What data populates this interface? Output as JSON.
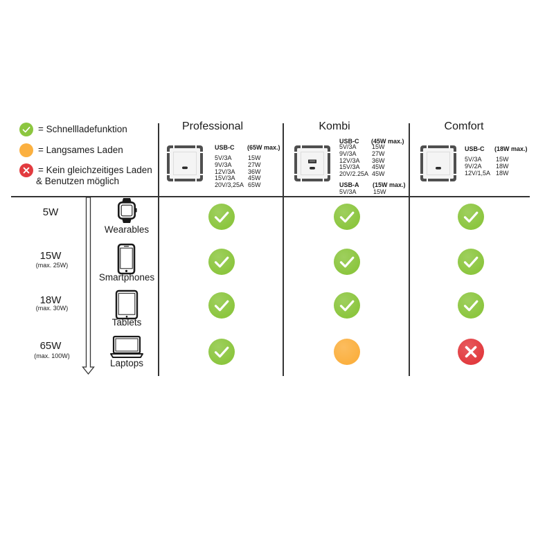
{
  "colors": {
    "background": "#ffffff",
    "text": "#1a1a1a",
    "lines": "#333333",
    "fast": "#8cc63f",
    "slow": "#fbb040",
    "cross": "#e23b3f",
    "socket_frame": "#4f4f4f",
    "socket_plate": "#f4f4f4",
    "port": "#2b2b2b"
  },
  "legend": [
    {
      "icon": "check-circle-icon",
      "label": "= Schnellladefunktion"
    },
    {
      "icon": "orange-circle-icon",
      "label": "= Langsames Laden"
    },
    {
      "icon": "x-circle-icon",
      "label": "= Kein gleichzeitiges Laden",
      "label_line2": "& Benutzen möglich"
    }
  ],
  "products": [
    {
      "name": "Professional",
      "socket_icon": "usb-c-socket-icon",
      "ports": [
        {
          "type": "USB-C",
          "max": "(65W max.)",
          "specs": [
            [
              "5V/3A",
              "15W"
            ],
            [
              "9V/3A",
              "27W"
            ],
            [
              "12V/3A",
              "36W"
            ],
            [
              "15V/3A",
              "45W"
            ],
            [
              "20V/3,25A",
              "65W"
            ]
          ]
        }
      ]
    },
    {
      "name": "Kombi",
      "socket_icon": "usb-a-usb-c-socket-icon",
      "ports": [
        {
          "type": "USB-C",
          "max": "(45W max.)",
          "specs": [
            [
              "5V/3A",
              "15W"
            ],
            [
              "9V/3A",
              "27W"
            ],
            [
              "12V/3A",
              "36W"
            ],
            [
              "15V/3A",
              "45W"
            ],
            [
              "20V/2.25A",
              "45W"
            ]
          ]
        },
        {
          "type": "USB-A",
          "max": "(15W max.)",
          "specs": [
            [
              "5V/3A",
              "15W"
            ]
          ]
        }
      ]
    },
    {
      "name": "Comfort",
      "socket_icon": "usb-c-socket-icon",
      "ports": [
        {
          "type": "USB-C",
          "max": "(18W max.)",
          "specs": [
            [
              "5V/3A",
              "15W"
            ],
            [
              "9V/2A",
              "18W"
            ],
            [
              "12V/1,5A",
              "18W"
            ]
          ]
        }
      ]
    }
  ],
  "rows": [
    {
      "power": "5W",
      "device": "Wearables",
      "icon": "smartwatch-icon",
      "statuses": [
        "check-circle-icon",
        "check-circle-icon",
        "check-circle-icon"
      ]
    },
    {
      "power": "15W",
      "max": "(max. 25W)",
      "device": "Smartphones",
      "icon": "smartphone-icon",
      "statuses": [
        "check-circle-icon",
        "check-circle-icon",
        "check-circle-icon"
      ]
    },
    {
      "power": "18W",
      "max": "(max. 30W)",
      "device": "Tablets",
      "icon": "tablet-icon",
      "statuses": [
        "check-circle-icon",
        "check-circle-icon",
        "check-circle-icon"
      ]
    },
    {
      "power": "65W",
      "max": "(max. 100W)",
      "device": "Laptops",
      "icon": "laptop-icon",
      "statuses": [
        "check-circle-icon",
        "orange-circle-icon",
        "x-circle-icon"
      ]
    }
  ]
}
